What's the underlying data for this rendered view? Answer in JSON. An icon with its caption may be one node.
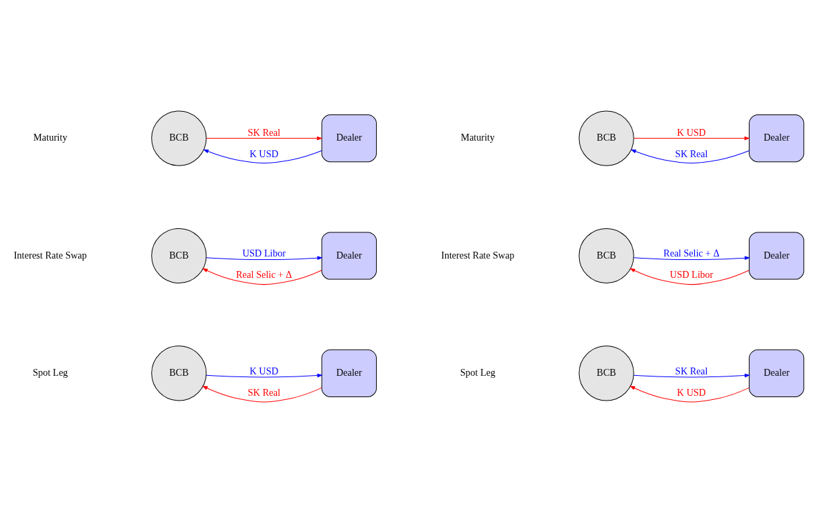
{
  "diagram": {
    "nodes": [
      {
        "text": [
          "BCB"
        ]
      },
      {
        "text": [
          "Dealer"
        ]
      },
      {
        "text": [
          "BCB"
        ]
      },
      {
        "text": [
          "Dealer"
        ]
      },
      {
        "text": [
          "BCB"
        ]
      },
      {
        "text": [
          "Dealer"
        ]
      },
      {
        "text": [
          "BCB"
        ]
      },
      {
        "text": [
          "Dealer"
        ]
      },
      {
        "text": [
          "BCB"
        ]
      },
      {
        "text": [
          "Dealer"
        ]
      },
      {
        "text": [
          "BCB"
        ]
      },
      {
        "text": [
          "Dealer"
        ]
      }
    ],
    "edges": [
      {
        "from": 0,
        "to": 1,
        "arrow": "to",
        "label": "K USD",
        "color": "#0000ff"
      },
      {
        "from": 1,
        "to": 0,
        "arrow": "to",
        "label": "SK Real",
        "color": "#ff0000"
      },
      {
        "from": 2,
        "to": 3,
        "arrow": "to",
        "label": "SK Real",
        "color": "#0000ff"
      },
      {
        "from": 3,
        "to": 2,
        "arrow": "to",
        "label": "K USD",
        "color": "#ff0000"
      },
      {
        "from": 4,
        "to": 5,
        "arrow": "to",
        "label": "USD Libor",
        "color": "#0000ff"
      },
      {
        "from": 5,
        "to": 4,
        "arrow": "to",
        "label": "Real Selic + Δ",
        "color": "#ff0000"
      },
      {
        "from": 6,
        "to": 7,
        "arrow": "to",
        "label": "Real Selic + Δ",
        "color": "#0000ff"
      },
      {
        "from": 7,
        "to": 6,
        "arrow": "to",
        "label": "USD Libor",
        "color": "#ff0000"
      },
      {
        "from": 8,
        "to": 9,
        "arrow": "to",
        "label": "SK Real",
        "color": "#ff0000"
      },
      {
        "from": 9,
        "to": 8,
        "arrow": "to",
        "label": "K USD",
        "color": "#0000ff"
      },
      {
        "from": 10,
        "to": 11,
        "arrow": "to",
        "label": "K USD",
        "color": "#ff0000"
      },
      {
        "from": 11,
        "to": 10,
        "arrow": "to",
        "label": "SK Real",
        "color": "#0000ff"
      }
    ],
    "labels": [
      "Spot Leg",
      "Spot Leg",
      "Interest Rate Swap",
      "Interest Rate Swap",
      "Maturity",
      "Maturity"
    ]
  }
}
